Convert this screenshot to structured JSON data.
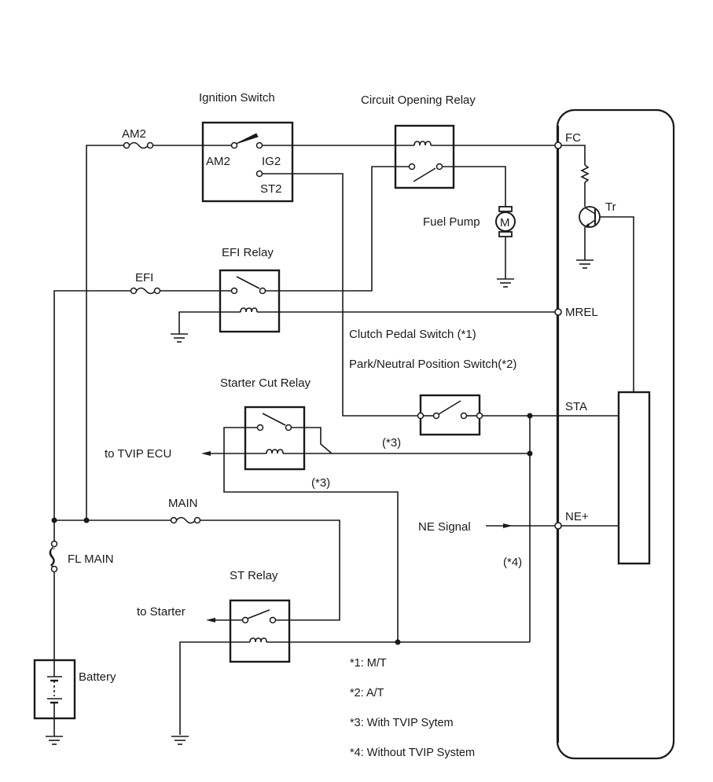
{
  "diagram": {
    "type": "wiring-schematic",
    "components": {
      "ignition_switch": {
        "title": "Ignition Switch",
        "terminals": [
          "AM2",
          "IG2",
          "ST2"
        ]
      },
      "circuit_opening_relay": {
        "title": "Circuit Opening Relay"
      },
      "fuel_pump": {
        "title": "Fuel Pump",
        "symbol": "M"
      },
      "efi_relay": {
        "title": "EFI Relay"
      },
      "clutch_switch": {
        "title": "Clutch Pedal Switch (*1)"
      },
      "pn_switch": {
        "title": "Park/Neutral Position Switch(*2)"
      },
      "starter_cut_relay": {
        "title": "Starter Cut Relay"
      },
      "st_relay": {
        "title": "ST Relay"
      },
      "battery": {
        "title": "Battery"
      }
    },
    "fuses": {
      "am2": "AM2",
      "efi": "EFI",
      "main": "MAIN",
      "fl_main": "FL MAIN"
    },
    "ecu_terminals": {
      "fc": "FC",
      "tr": "Tr",
      "mrel": "MREL",
      "sta": "STA",
      "ne": "NE+"
    },
    "signals": {
      "to_tvip": "to TVIP ECU",
      "to_starter": "to Starter",
      "ne_signal": "NE Signal"
    },
    "variant_marks": {
      "tvip_upper": "(*3)",
      "tvip_lower": "(*3)",
      "no_tvip": "(*4)"
    },
    "notes": [
      "*1: M/T",
      "*2: A/T",
      "*3: With TVIP Sytem",
      "*4: Without TVIP System"
    ]
  }
}
